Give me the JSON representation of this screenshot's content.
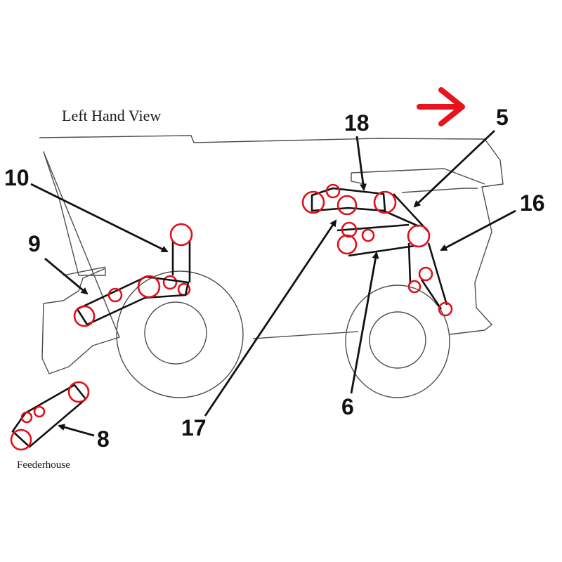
{
  "view_title": "Left Hand View",
  "feederhouse_label": "Feederhouse",
  "colors": {
    "pulley": "#e0101a",
    "belt": "#111111",
    "outline": "#4d4d4d",
    "direction_arrow": "#e8141c"
  },
  "direction_indicator": "arrow-right-icon",
  "callouts": {
    "c5": "5",
    "c6": "6",
    "c8": "8",
    "c9": "9",
    "c10": "10",
    "c16": "16",
    "c17": "17",
    "c18": "18"
  }
}
